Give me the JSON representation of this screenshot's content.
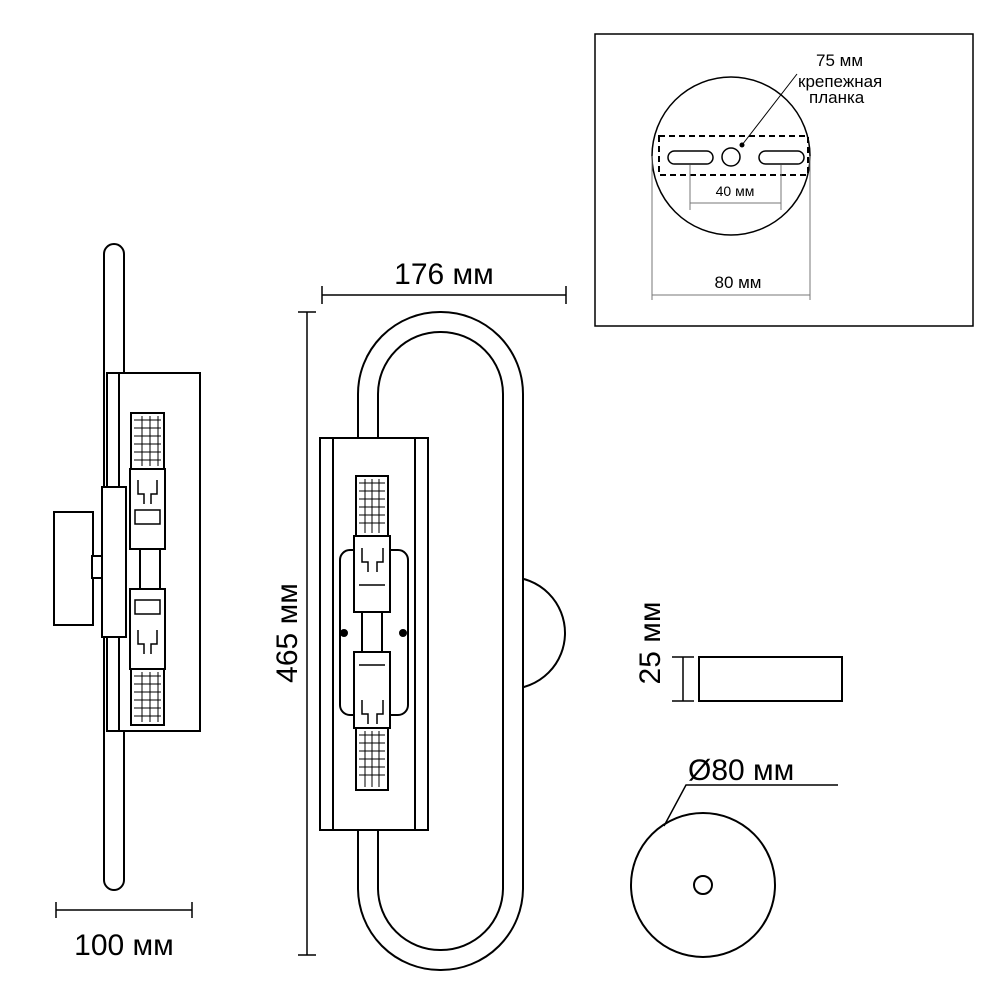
{
  "labels": {
    "depth": "100 мм",
    "width": "176 мм",
    "height": "465 мм",
    "base_thickness": "25 мм",
    "base_diameter": "Ø80 мм"
  },
  "inset": {
    "plate_length": "75 мм",
    "plate_name_line1": "крепежная",
    "plate_name_line2": "планка",
    "hole_spacing": "40 мм",
    "canopy_diameter": "80 мм"
  }
}
